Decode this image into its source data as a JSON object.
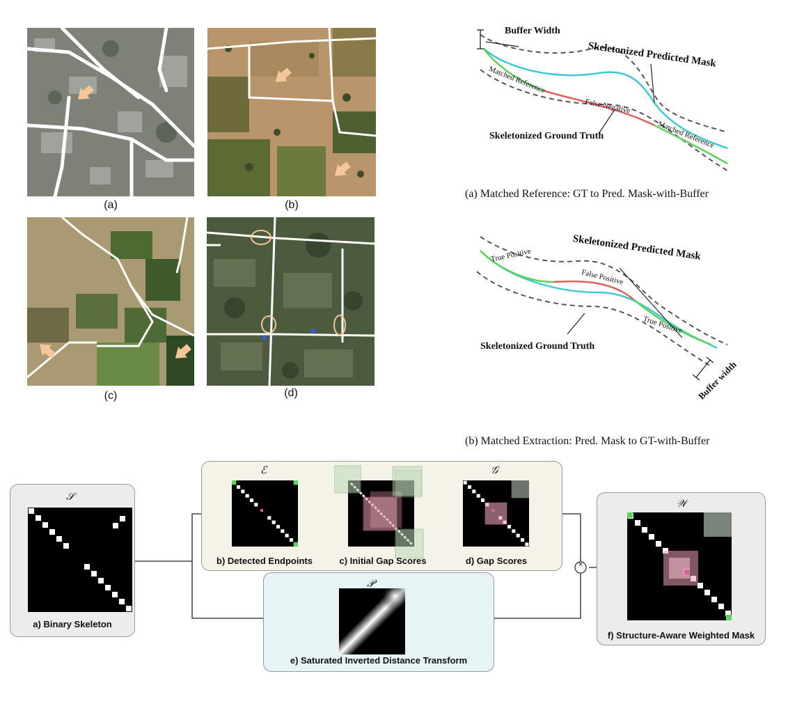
{
  "satellite": {
    "labels": [
      "(a)",
      "(b)",
      "(c)",
      "(d)"
    ]
  },
  "diagram_a": {
    "buffer_width": "Buffer Width",
    "pred_mask": "Skeletonized Predicted Mask",
    "matched_ref_1": "Matched Reference",
    "false_negative": "False Negative",
    "matched_ref_2": "Matched Reference",
    "gt": "Skeletonized Ground Truth",
    "caption": "(a) Matched Reference: GT to Pred. Mask-with-Buffer"
  },
  "diagram_b": {
    "pred_mask": "Skeletonized Predicted Mask",
    "true_positive_1": "True Positive",
    "false_positive": "False Positive",
    "true_positive_2": "True Positive",
    "gt": "Skeletonized Ground Truth",
    "buffer_width": "Buffer width",
    "caption": "(b) Matched Extraction: Pred. Mask to GT-with-Buffer"
  },
  "pipeline": {
    "s_symbol": "𝒮",
    "e_symbol": "ℰ",
    "g_symbol": "𝒢",
    "p_symbol": "𝒫",
    "w_symbol": "𝒲",
    "a_label": "a) Binary Skeleton",
    "b_label": "b) Detected Endpoints",
    "c_label": "c) Initial Gap Scores",
    "d_label": "d) Gap Scores",
    "e_label": "e) Saturated Inverted Distance Transform",
    "f_label": "f) Structure-Aware Weighted Mask",
    "multiply": "×"
  },
  "colors": {
    "cyan": "#3fc9d6",
    "green": "#5ed35a",
    "red": "#e0605a",
    "dashed": "#555555",
    "box_fill_gray": "#ececec",
    "box_fill_beige": "#f5f3e8",
    "box_fill_blue": "#e6f4f5",
    "arrow_marker": "#f3c79a"
  }
}
